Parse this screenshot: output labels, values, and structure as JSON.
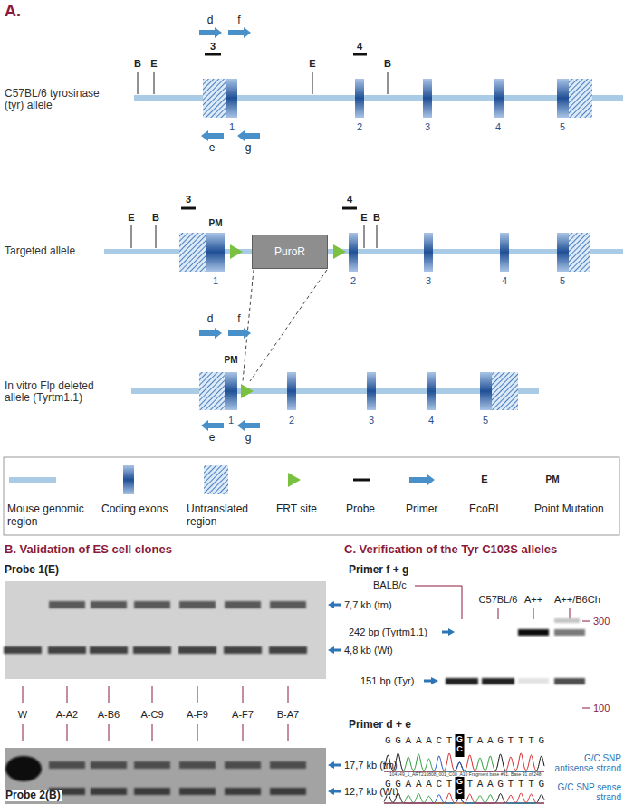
{
  "diagram": {
    "nodes": [
      {
        "text": [
          "PuroR"
        ]
      }
    ],
    "labels": [
      "A.",
      "C57BL/6 tyrosinase (tyr) allele",
      "B",
      "E",
      "3",
      "d",
      "f",
      "E",
      "4",
      "B",
      "1",
      "2",
      "3",
      "4",
      "5",
      "e",
      "g",
      "Targeted allele",
      "E",
      "B",
      "3",
      "PM",
      "E",
      "4",
      "B",
      "1",
      "2",
      "3",
      "4",
      "5",
      "In vitro Flp deleted allele (Tyrtm1.1)",
      "d",
      "f",
      "PM",
      "1",
      "2",
      "3",
      "4",
      "5",
      "e",
      "g",
      "E",
      "PM",
      "B. Validation of ES cell clones",
      "Probe 1(E)",
      "7,7 kb (tm)",
      "4,8 kb (Wt)",
      "W",
      "A-A2",
      "A-B6",
      "A-C9",
      "A-F9",
      "A-F7",
      "B-A7",
      "17,7 kb (tm)",
      "12,7 kb (Wt)",
      "Probe 2(B)",
      "C. Verification of the Tyr C103S alleles",
      "Primer f + g",
      "BALB/c",
      "C57BL/6",
      "A++",
      "A++/B6Ch",
      "300",
      "242 bp (Tyrtm1.1)",
      "151 bp (Tyr)",
      "100",
      "Primer d + e",
      "G G A A A C T",
      "G",
      "C",
      "T A A G T T T G",
      "G/C SNP antisense strand",
      "104149_1_ART210808_001_C08_A10 Fragment base #91. Base 91 of 248",
      "G G A A A C T",
      "G",
      "C",
      "T A A G T T T G",
      "G/C SNP sense strand"
    ],
    "legend": [
      {
        "text": "Mouse genomic region",
        "color": "#a9cbe6"
      },
      {
        "text": "Coding exons"
      },
      {
        "text": "Untranslated region"
      },
      {
        "text": "FRT site"
      },
      {
        "text": "Probe"
      },
      {
        "text": "Primer"
      },
      {
        "text": "EcoRI"
      },
      {
        "text": "Point Mutation"
      }
    ]
  }
}
